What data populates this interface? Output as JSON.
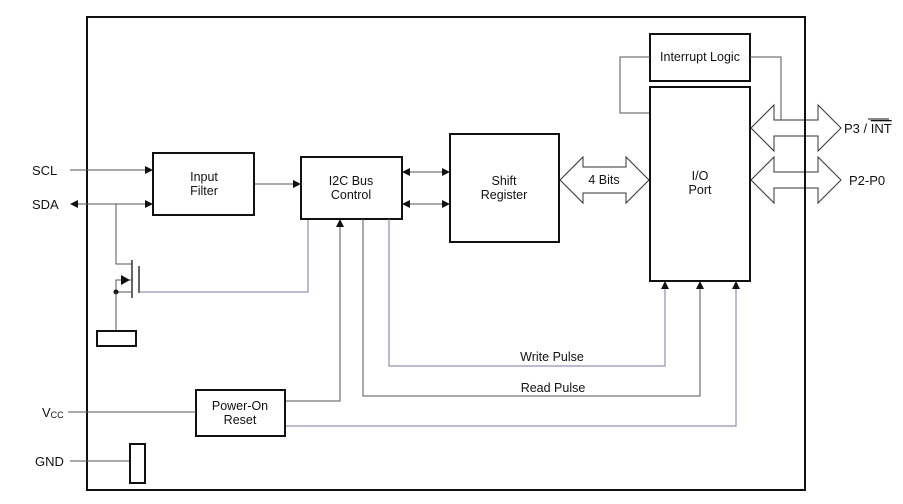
{
  "diagram": {
    "title": "",
    "blocks": {
      "input_filter": [
        "Input",
        "Filter"
      ],
      "i2c_bus_control": [
        "I2C Bus",
        "Control"
      ],
      "shift_register": [
        "Shift",
        "Register"
      ],
      "interrupt_logic": [
        "Interrupt Logic"
      ],
      "io_port": [
        "I/O",
        "Port"
      ],
      "power_on_reset": [
        "Power-On",
        "Reset"
      ]
    },
    "pins": {
      "scl": "SCL",
      "sda": "SDA",
      "vcc_main": "V",
      "vcc_sub": "CC",
      "gnd": "GND",
      "p3_int_prefix": "P3 / ",
      "p3_int_overbar": "INT",
      "p2_p0": "P2-P0"
    },
    "signals": {
      "bus_width": "4 Bits",
      "write_pulse": "Write Pulse",
      "read_pulse": "Read Pulse"
    }
  }
}
